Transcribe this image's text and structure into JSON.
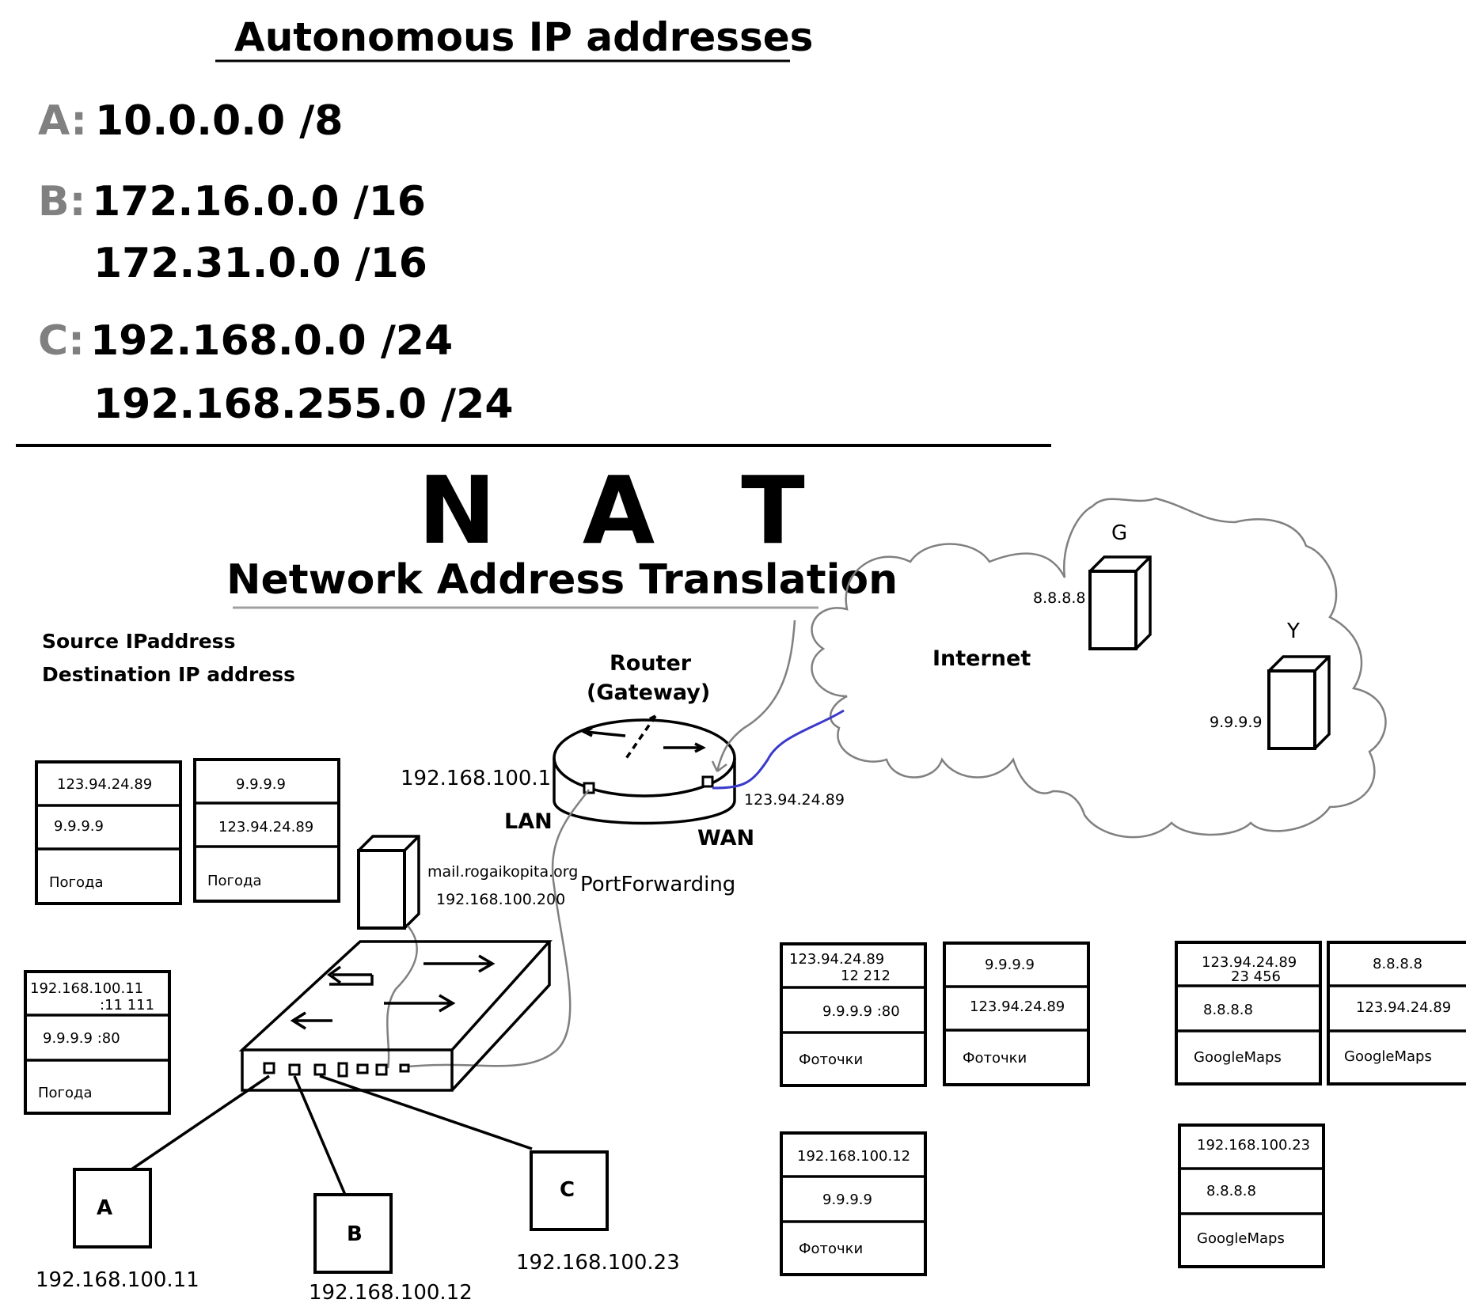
{
  "header": {
    "title": "Autonomous IP addresses"
  },
  "classes": [
    {
      "label": "A:",
      "ranges": [
        "10.0.0.0 /8"
      ]
    },
    {
      "label": "B:",
      "ranges": [
        "172.16.0.0 /16",
        "172.31.0.0 /16"
      ]
    },
    {
      "label": "C:",
      "ranges": [
        "192.168.0.0 /24",
        "192.168.255.0 /24"
      ]
    }
  ],
  "nat": {
    "title": "N A T",
    "subtitle": "Network Address Translation"
  },
  "legend": {
    "source": "Source IPaddress",
    "destination": "Destination IP address"
  },
  "router": {
    "label_line1": "Router",
    "label_line2": "(Gateway)",
    "lan_ip": "192.168.100.1",
    "wan_ip": "123.94.24.89",
    "lan": "LAN",
    "wan": "WAN",
    "port_forwarding": "PortForwarding"
  },
  "internet": {
    "label": "Internet",
    "server_g": {
      "name": "G",
      "ip": "8.8.8.8"
    },
    "server_y": {
      "name": "Y",
      "ip": "9.9.9.9"
    }
  },
  "mail_server": {
    "host": "mail.rogaikopita.org",
    "ip": "192.168.100.200"
  },
  "hosts": [
    {
      "name": "A",
      "ip": "192.168.100.11"
    },
    {
      "name": "B",
      "ip": "192.168.100.12"
    },
    {
      "name": "C",
      "ip": "192.168.100.23"
    }
  ],
  "packets": {
    "pogoda_out": [
      "123.94.24.89",
      "9.9.9.9",
      "Погода"
    ],
    "pogoda_in": [
      "9.9.9.9",
      "123.94.24.89",
      "Погода"
    ],
    "pogoda_local": [
      "192.168.100.11",
      ":11 111",
      "9.9.9.9 :80",
      "Погода"
    ],
    "foto_out": [
      "123.94.24.89",
      "12 212",
      "9.9.9.9 :80",
      "Фоточки"
    ],
    "foto_in": [
      "9.9.9.9",
      "123.94.24.89",
      "Фоточки"
    ],
    "foto_local": [
      "192.168.100.12",
      "9.9.9.9",
      "Фоточки"
    ],
    "maps_out": [
      "123.94.24.89",
      "23 456",
      "8.8.8.8",
      "GoogleMaps"
    ],
    "maps_in": [
      "8.8.8.8",
      "123.94.24.89",
      "GoogleMaps"
    ],
    "maps_local": [
      "192.168.100.23",
      "8.8.8.8",
      "GoogleMaps"
    ]
  },
  "colors": {
    "link_wan": "#3a3acc",
    "cable": "#808080",
    "class_label": "#808080"
  }
}
